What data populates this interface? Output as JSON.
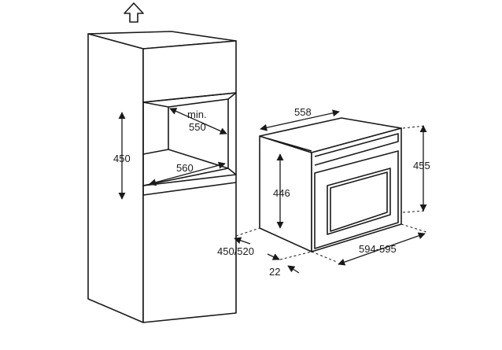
{
  "labels": {
    "niche_height": "450",
    "niche_min": "min.",
    "niche_depth": "550",
    "niche_width": "560",
    "oven_depth": "558",
    "oven_height": "446",
    "oven_total_height": "455",
    "cabinet_depth": "450/520",
    "oven_width": "594-595",
    "front_offset": "22"
  },
  "icons": {
    "top_arrow": "up-arrow-icon"
  }
}
